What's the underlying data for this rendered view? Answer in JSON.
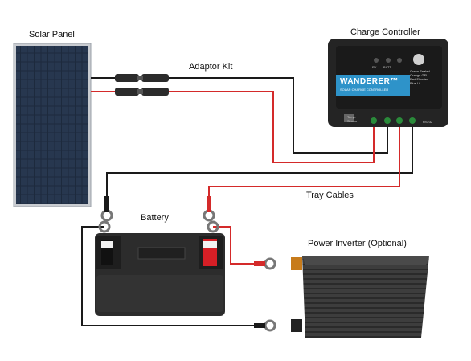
{
  "labels": {
    "solar_panel": "Solar Panel",
    "adaptor_kit": "Adaptor Kit",
    "charge_controller": "Charge Controller",
    "tray_cables": "Tray Cables",
    "battery": "Battery",
    "power_inverter": "Power Inverter (Optional)"
  },
  "controller": {
    "brand": "WANDERER™",
    "subtitle": "SOLAR CHARGE CONTROLLER",
    "led_pv": "PV",
    "led_batt": "BATT",
    "legend_lines": [
      "Green Sealed",
      "Orange GEL",
      "Red Flooded",
      "Blue Li"
    ],
    "temp_sensor": [
      "Temp.",
      "Sensor"
    ],
    "port_rs232": "RS232"
  },
  "colors": {
    "positive_wire": "#d42a2a",
    "negative_wire": "#1a1a1a",
    "panel_cell": "#1d2a3d",
    "controller_body": "#242424",
    "controller_accent": "#2e93c9",
    "battery_body": "#2c2c2c",
    "battery_positive": "#d61f26",
    "inverter_body": "#3a3a3a"
  }
}
